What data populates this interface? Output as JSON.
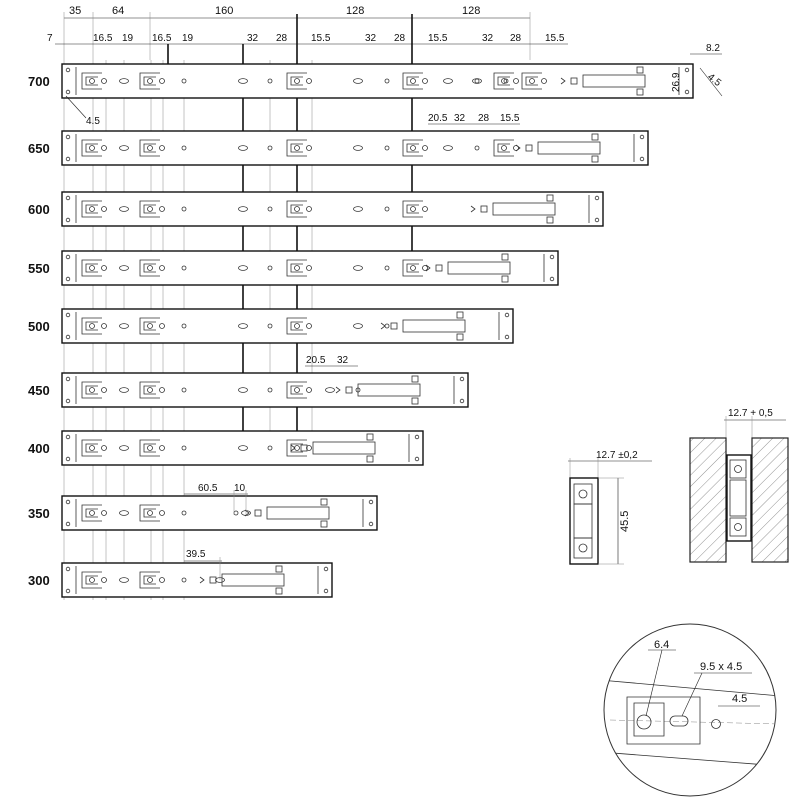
{
  "top_dims": [
    "35",
    "64",
    "160",
    "128",
    "128"
  ],
  "sub_dims_700": [
    "7",
    "16.5",
    "19",
    "16.5",
    "19",
    "32",
    "28",
    "15.5",
    "32",
    "28",
    "15.5",
    "32",
    "28",
    "15.5"
  ],
  "side_dims_700": [
    "8.2",
    "26.9",
    "4.5"
  ],
  "dim_45_label": "4.5",
  "sub_dims_650": [
    "20.5",
    "32",
    "28",
    "15.5"
  ],
  "sub_dims_450": [
    "20.5",
    "32"
  ],
  "sub_dims_350": [
    "60.5",
    "10"
  ],
  "sub_dims_300": [
    "39.5"
  ],
  "rails": [
    {
      "length": "700"
    },
    {
      "length": "650"
    },
    {
      "length": "600"
    },
    {
      "length": "550"
    },
    {
      "length": "500"
    },
    {
      "length": "450"
    },
    {
      "length": "400"
    },
    {
      "length": "350"
    },
    {
      "length": "300"
    }
  ],
  "section_view": {
    "width_dim": "12.7 ±0,2",
    "height_dim": "45.5"
  },
  "install_view": {
    "gap_dim": "12.7 + 0,5"
  },
  "detail_view": {
    "hole_a": "6.4",
    "slot": "9.5 x 4.5",
    "hole_b": "4.5"
  },
  "colors": {
    "line": "#111111",
    "dim": "#222222",
    "hatch": "#666666",
    "background": "#ffffff"
  }
}
